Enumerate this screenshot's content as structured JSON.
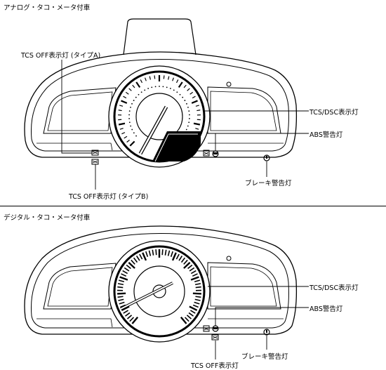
{
  "analog": {
    "title": "アナログ・タコ・メータ付車",
    "labels": {
      "tcs_off_a": "TCS OFF表示灯 (タイプA)",
      "tcs_off_b": "TCS OFF表示灯 (タイプB)",
      "tcs_dsc": "TCS/DSC表示灯",
      "abs": "ABS警告灯",
      "brake": "ブレーキ警告灯"
    }
  },
  "digital": {
    "title": "デジタル・タコ・メータ付車",
    "labels": {
      "tcs_dsc": "TCS/DSC表示灯",
      "abs": "ABS警告灯",
      "brake": "ブレーキ警告灯",
      "tcs_off": "TCS OFF表示灯"
    }
  }
}
